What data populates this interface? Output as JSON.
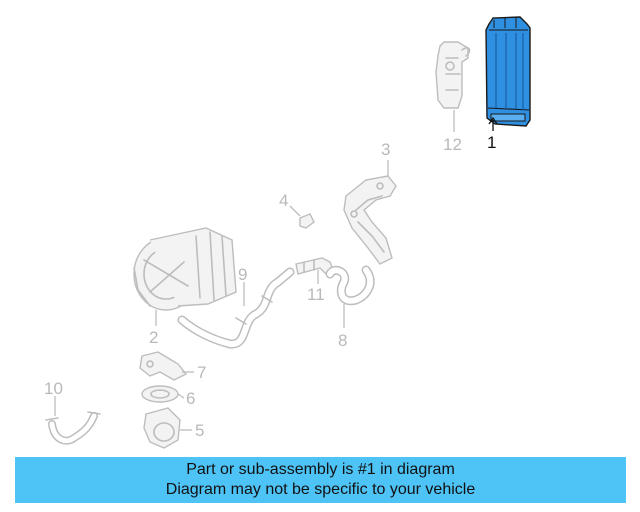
{
  "diagram": {
    "callouts": [
      {
        "id": "1",
        "label": "1",
        "highlighted": true
      },
      {
        "id": "2",
        "label": "2"
      },
      {
        "id": "3",
        "label": "3"
      },
      {
        "id": "4",
        "label": "4"
      },
      {
        "id": "5",
        "label": "5"
      },
      {
        "id": "6",
        "label": "6"
      },
      {
        "id": "7",
        "label": "7"
      },
      {
        "id": "8",
        "label": "8"
      },
      {
        "id": "9",
        "label": "9"
      },
      {
        "id": "10",
        "label": "10"
      },
      {
        "id": "11",
        "label": "11"
      },
      {
        "id": "12",
        "label": "12"
      }
    ],
    "colors": {
      "highlight_part": "#2f8fe0",
      "ghost_part": "#bdbdbd",
      "banner": "#4ec3f6"
    }
  },
  "banner": {
    "line1": "Part or sub-assembly is #1 in diagram",
    "line2": "Diagram may not be specific to your vehicle"
  }
}
